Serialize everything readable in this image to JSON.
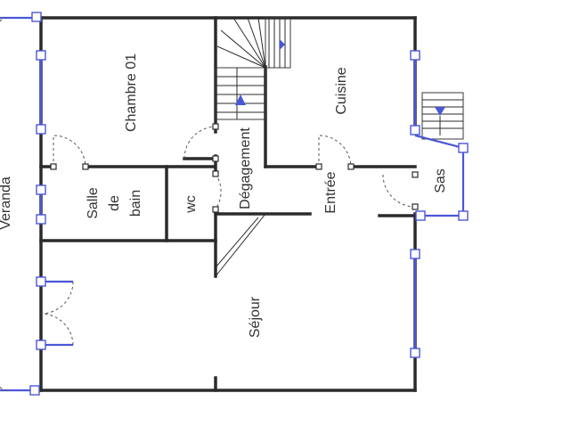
{
  "rooms": {
    "chambre": "Chambre 01",
    "cuisine": "Cuisine",
    "degagement": "Dégagement",
    "entree": "Entrée",
    "sas": "Sas",
    "salle_de_bain": [
      "Salle",
      "de",
      "bain"
    ],
    "wc": "wc",
    "sejour": "Séjour",
    "veranda": "Veranda"
  },
  "colors": {
    "wall": "#2b2b2b",
    "window": "#4a57d6",
    "text": "#333333"
  }
}
